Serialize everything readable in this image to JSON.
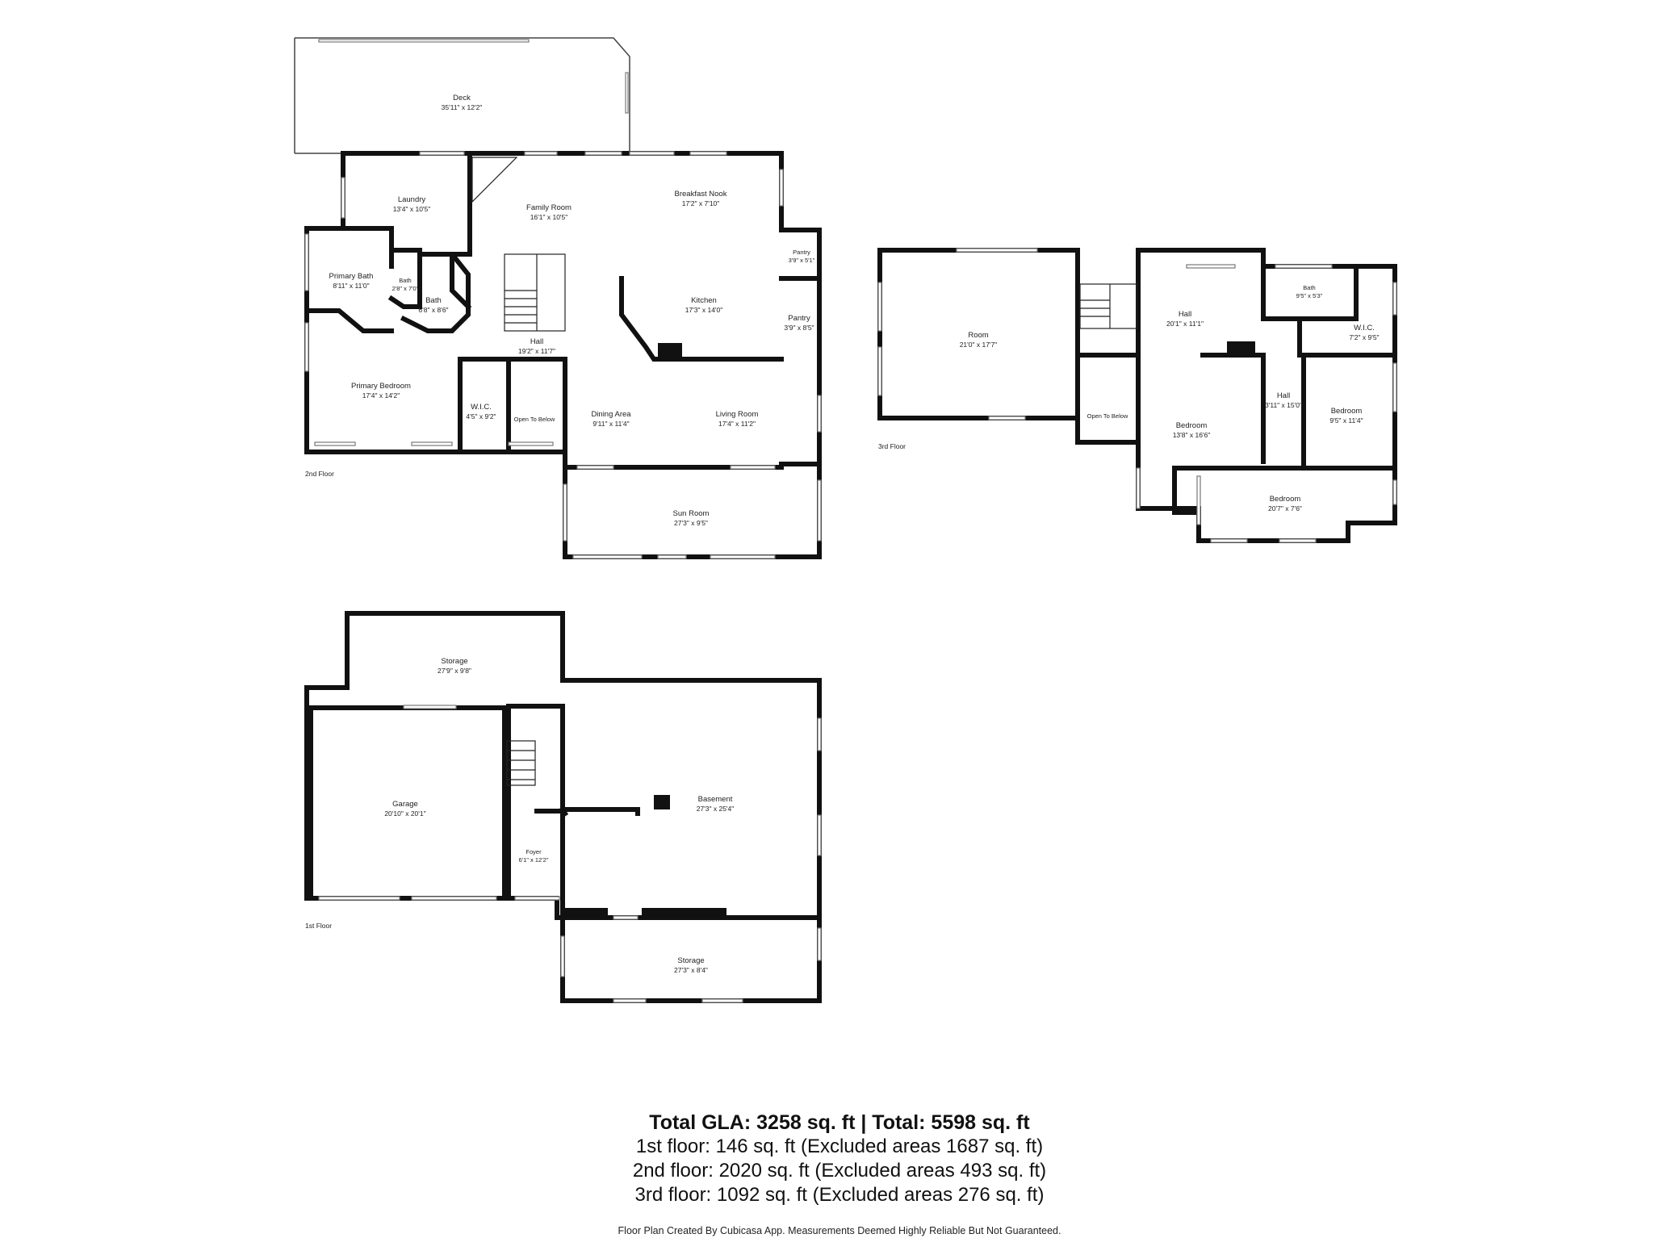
{
  "floors": {
    "second": {
      "label": "2nd Floor",
      "rooms": {
        "deck": {
          "name": "Deck",
          "dim": "35'11\" x 12'2\""
        },
        "laundry": {
          "name": "Laundry",
          "dim": "13'4\" x 10'5\""
        },
        "family_room": {
          "name": "Family Room",
          "dim": "16'1\" x 10'5\""
        },
        "breakfast_nook": {
          "name": "Breakfast Nook",
          "dim": "17'2\" x 7'10\""
        },
        "pantry_small": {
          "name": "Pantry",
          "dim": "3'9\" x 5'1\""
        },
        "primary_bath": {
          "name": "Primary Bath",
          "dim": "8'11\" x 11'0\""
        },
        "bath_a": {
          "name": "Bath",
          "dim": "2'8\" x 7'0\""
        },
        "bath_b": {
          "name": "Bath",
          "dim": "6'8\" x 8'6\""
        },
        "kitchen": {
          "name": "Kitchen",
          "dim": "17'3\" x 14'0\""
        },
        "pantry": {
          "name": "Pantry",
          "dim": "3'9\" x 8'5\""
        },
        "hall": {
          "name": "Hall",
          "dim": "19'2\" x 11'7\""
        },
        "primary_bedroom": {
          "name": "Primary Bedroom",
          "dim": "17'4\" x 14'2\""
        },
        "wic": {
          "name": "W.I.C.",
          "dim": "4'5\" x 9'2\""
        },
        "open_below": {
          "name": "Open To Below"
        },
        "dining_area": {
          "name": "Dining Area",
          "dim": "9'11\" x 11'4\""
        },
        "living_room": {
          "name": "Living Room",
          "dim": "17'4\" x 11'2\""
        },
        "sun_room": {
          "name": "Sun Room",
          "dim": "27'3\" x 9'5\""
        }
      }
    },
    "third": {
      "label": "3rd Floor",
      "rooms": {
        "room": {
          "name": "Room",
          "dim": "21'0\" x 17'7\""
        },
        "hall": {
          "name": "Hall",
          "dim": "20'1\" x 11'1\""
        },
        "bath": {
          "name": "Bath",
          "dim": "9'5\" x 5'3\""
        },
        "wic": {
          "name": "W.I.C.",
          "dim": "7'2\" x 9'5\""
        },
        "open_below": {
          "name": "Open To Below"
        },
        "bedroom_a": {
          "name": "Bedroom",
          "dim": "13'8\" x 16'6\""
        },
        "hall_b": {
          "name": "Hall",
          "dim": "3'11\" x 15'0\""
        },
        "bedroom_b": {
          "name": "Bedroom",
          "dim": "9'5\" x 11'4\""
        },
        "bedroom_c": {
          "name": "Bedroom",
          "dim": "20'7\" x 7'6\""
        }
      }
    },
    "first": {
      "label": "1st Floor",
      "rooms": {
        "storage_top": {
          "name": "Storage",
          "dim": "27'9\" x 9'8\""
        },
        "garage": {
          "name": "Garage",
          "dim": "20'10\" x 20'1\""
        },
        "basement": {
          "name": "Basement",
          "dim": "27'3\" x 25'4\""
        },
        "foyer": {
          "name": "Foyer",
          "dim": "6'1\" x 12'2\""
        },
        "storage_bottom": {
          "name": "Storage",
          "dim": "27'3\" x 8'4\""
        }
      }
    }
  },
  "summary": {
    "total": "Total GLA: 3258 sq. ft | Total: 5598 sq. ft",
    "first": "1st floor: 146 sq. ft (Excluded areas 1687 sq. ft)",
    "second": "2nd floor: 2020 sq. ft (Excluded areas 493 sq. ft)",
    "third": "3rd floor: 1092 sq. ft (Excluded areas 276 sq. ft)"
  },
  "disclaimer": "Floor Plan Created By Cubicasa App. Measurements Deemed Highly Reliable But Not Guaranteed."
}
